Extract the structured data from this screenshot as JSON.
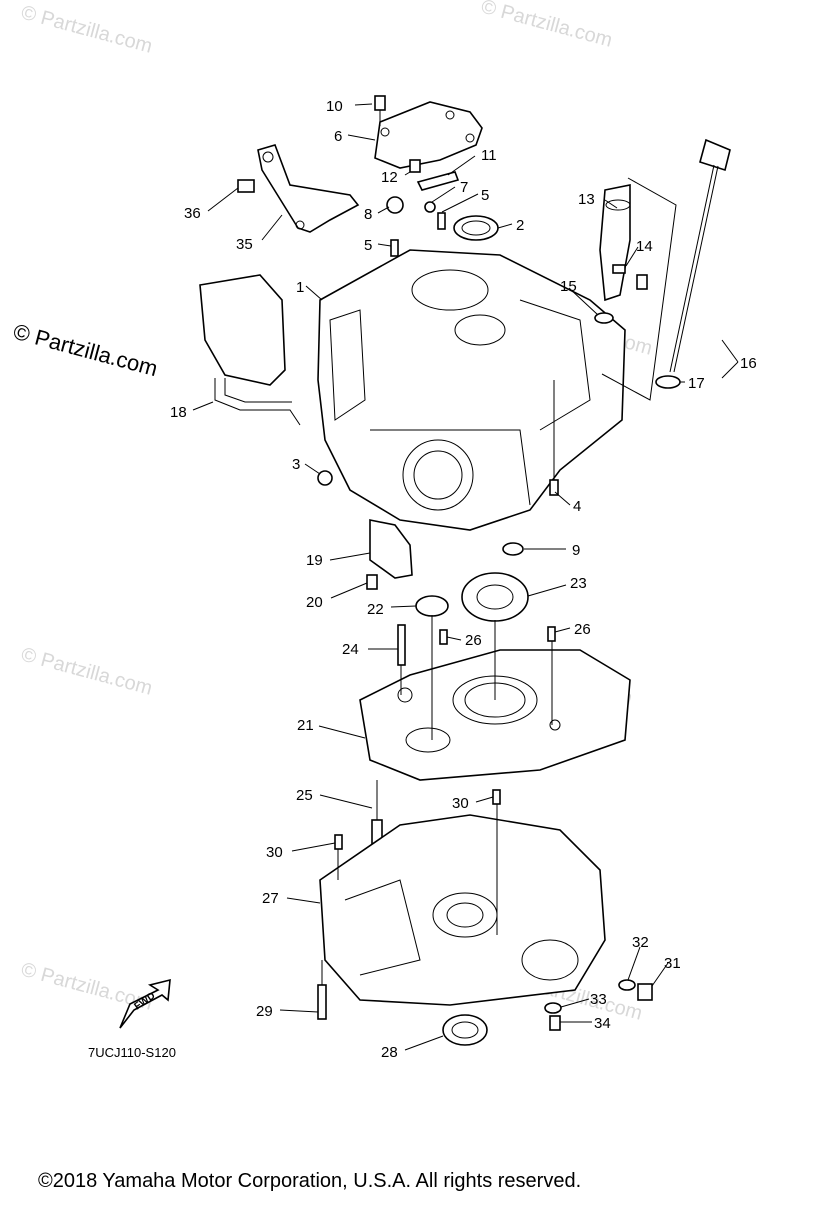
{
  "diagram": {
    "part_labels": [
      "1",
      "2",
      "3",
      "4",
      "5",
      "5",
      "6",
      "7",
      "8",
      "9",
      "10",
      "11",
      "12",
      "13",
      "14",
      "15",
      "16",
      "17",
      "18",
      "19",
      "20",
      "21",
      "22",
      "23",
      "24",
      "25",
      "26",
      "26",
      "27",
      "28",
      "29",
      "30",
      "30",
      "31",
      "32",
      "33",
      "34",
      "35",
      "36"
    ],
    "fwd_label": "FWD",
    "diagram_code": "7UCJ110-S120"
  },
  "watermarks": {
    "text": "© Partzilla.com",
    "faded_text": "© Partzilla.com"
  },
  "footer": {
    "copyright": "©2018  Yamaha Motor Corporation, U.S.A. All rights reserved."
  }
}
